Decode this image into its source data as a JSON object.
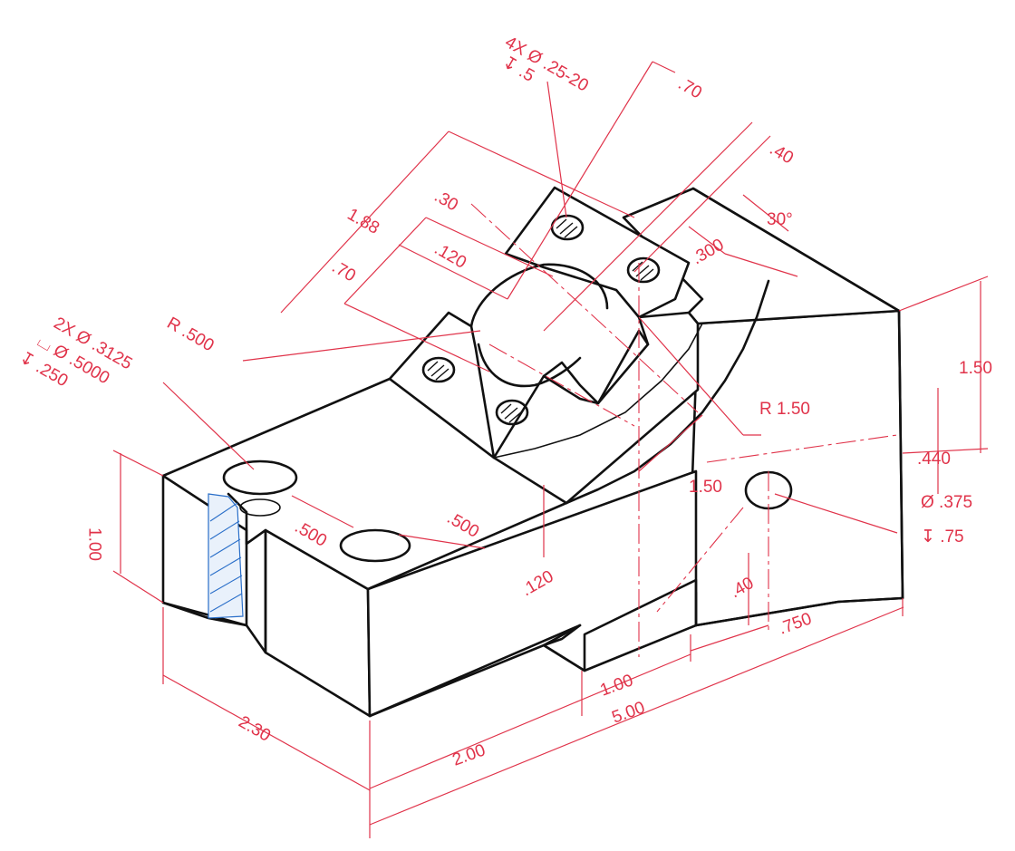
{
  "colors": {
    "object_lines": "#111111",
    "dimension_lines": "#e0334a",
    "section_hatch": "#2a6fc9"
  },
  "callouts": {
    "tapped_holes_line1": "4X Ø .25-20",
    "tapped_holes_line2": "↧ .5",
    "cbore_line1": "2X Ø .3125",
    "cbore_line2": "⌴ Ø .5000",
    "cbore_line3": "↧ .250",
    "side_hole_line1": "Ø .375",
    "side_hole_line2": "↧ .75"
  },
  "dimensions": {
    "d_70_top": ".70",
    "d_40_top": ".40",
    "d_30deg": "30°",
    "d_300": ".300",
    "d_188": "1.88",
    "d_30": ".30",
    "d_120_top": ".120",
    "d_70_left": ".70",
    "r_500": "R .500",
    "r_150": "R 1.50",
    "d_150_right": "1.50",
    "d_440": ".440",
    "d_150_mid": "1.50",
    "d_100_left": "1.00",
    "d_500_a": ".500",
    "d_500_b": ".500",
    "d_120_bottom": ".120",
    "d_40_bottom": ".40",
    "d_750": ".750",
    "d_100_bottom": "1.00",
    "d_500_total": "5.00",
    "d_200": "2.00",
    "d_230": "2.30"
  }
}
